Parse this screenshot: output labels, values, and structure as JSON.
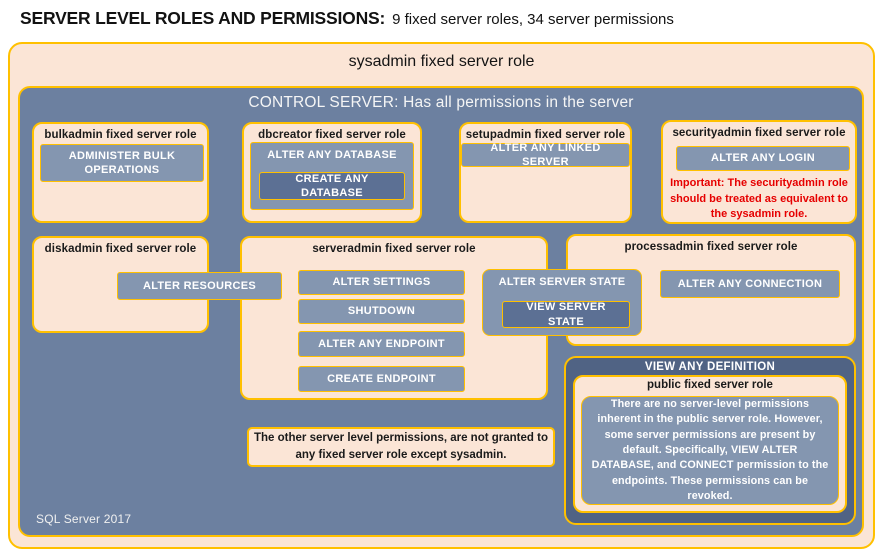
{
  "header": {
    "title_bold": "SERVER LEVEL ROLES AND PERMISSIONS:",
    "title_rest": "9 fixed server roles, 34 server permissions"
  },
  "sysadmin_label": "sysadmin fixed server role",
  "control": {
    "label": "CONTROL SERVER: Has all permissions in the server",
    "footer": "SQL Server 2017"
  },
  "roles": {
    "bulkadmin": {
      "title": "bulkadmin fixed server role",
      "perm": "ADMINISTER BULK OPERATIONS"
    },
    "dbcreator": {
      "title": "dbcreator fixed server role",
      "perm_outer": "ALTER ANY DATABASE",
      "perm_nested": "CREATE ANY DATABASE"
    },
    "setupadmin": {
      "title": "setupadmin fixed server role",
      "perm": "ALTER ANY LINKED SERVER"
    },
    "securityadmin": {
      "title": "securityadmin fixed server role",
      "perm": "ALTER ANY LOGIN",
      "warning": "Important: The securityadmin role should be treated as equivalent to the sysadmin role."
    },
    "diskadmin": {
      "title": "diskadmin fixed server role",
      "perm": "ALTER RESOURCES"
    },
    "serveradmin": {
      "title": "serveradmin fixed server role",
      "perms": [
        "ALTER SETTINGS",
        "SHUTDOWN",
        "ALTER ANY ENDPOINT",
        "CREATE ENDPOINT"
      ],
      "perm_bridge": "ALTER SERVER STATE",
      "perm_bridge_nested": "VIEW SERVER STATE"
    },
    "processadmin": {
      "title": "processadmin fixed server role",
      "perm": "ALTER ANY CONNECTION"
    },
    "public": {
      "banner": "VIEW ANY DEFINITION",
      "title": "public fixed server role",
      "body": "There are no server-level permissions inherent in the public server role. However, some server permissions are present by default. Specifically, VIEW ALTER DATABASE, and CONNECT permission to the endpoints. These permissions can be revoked."
    }
  },
  "note": "The other server level permissions, are not granted to any fixed server role except sysadmin.",
  "colors": {
    "canvas_bg": "#FFFFFF",
    "peach": "#FBE5D6",
    "gold_border": "#FFC000",
    "slate_bg": "#6C80A0",
    "perm_fill": "#8496B0",
    "perm_fill_dark": "#5C7094",
    "definition_fill": "#506384",
    "warning_red": "#E60000"
  }
}
